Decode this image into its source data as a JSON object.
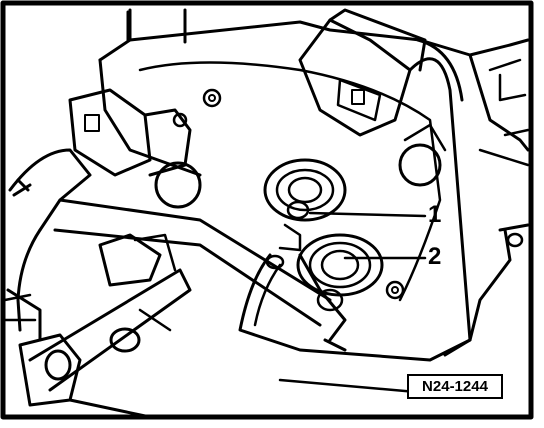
{
  "diagram": {
    "callouts": [
      {
        "id": "1",
        "label": "1"
      },
      {
        "id": "2",
        "label": "2"
      }
    ],
    "reference_code": "N24-1244",
    "colors": {
      "ink": "#000000",
      "paper": "#ffffff"
    }
  }
}
